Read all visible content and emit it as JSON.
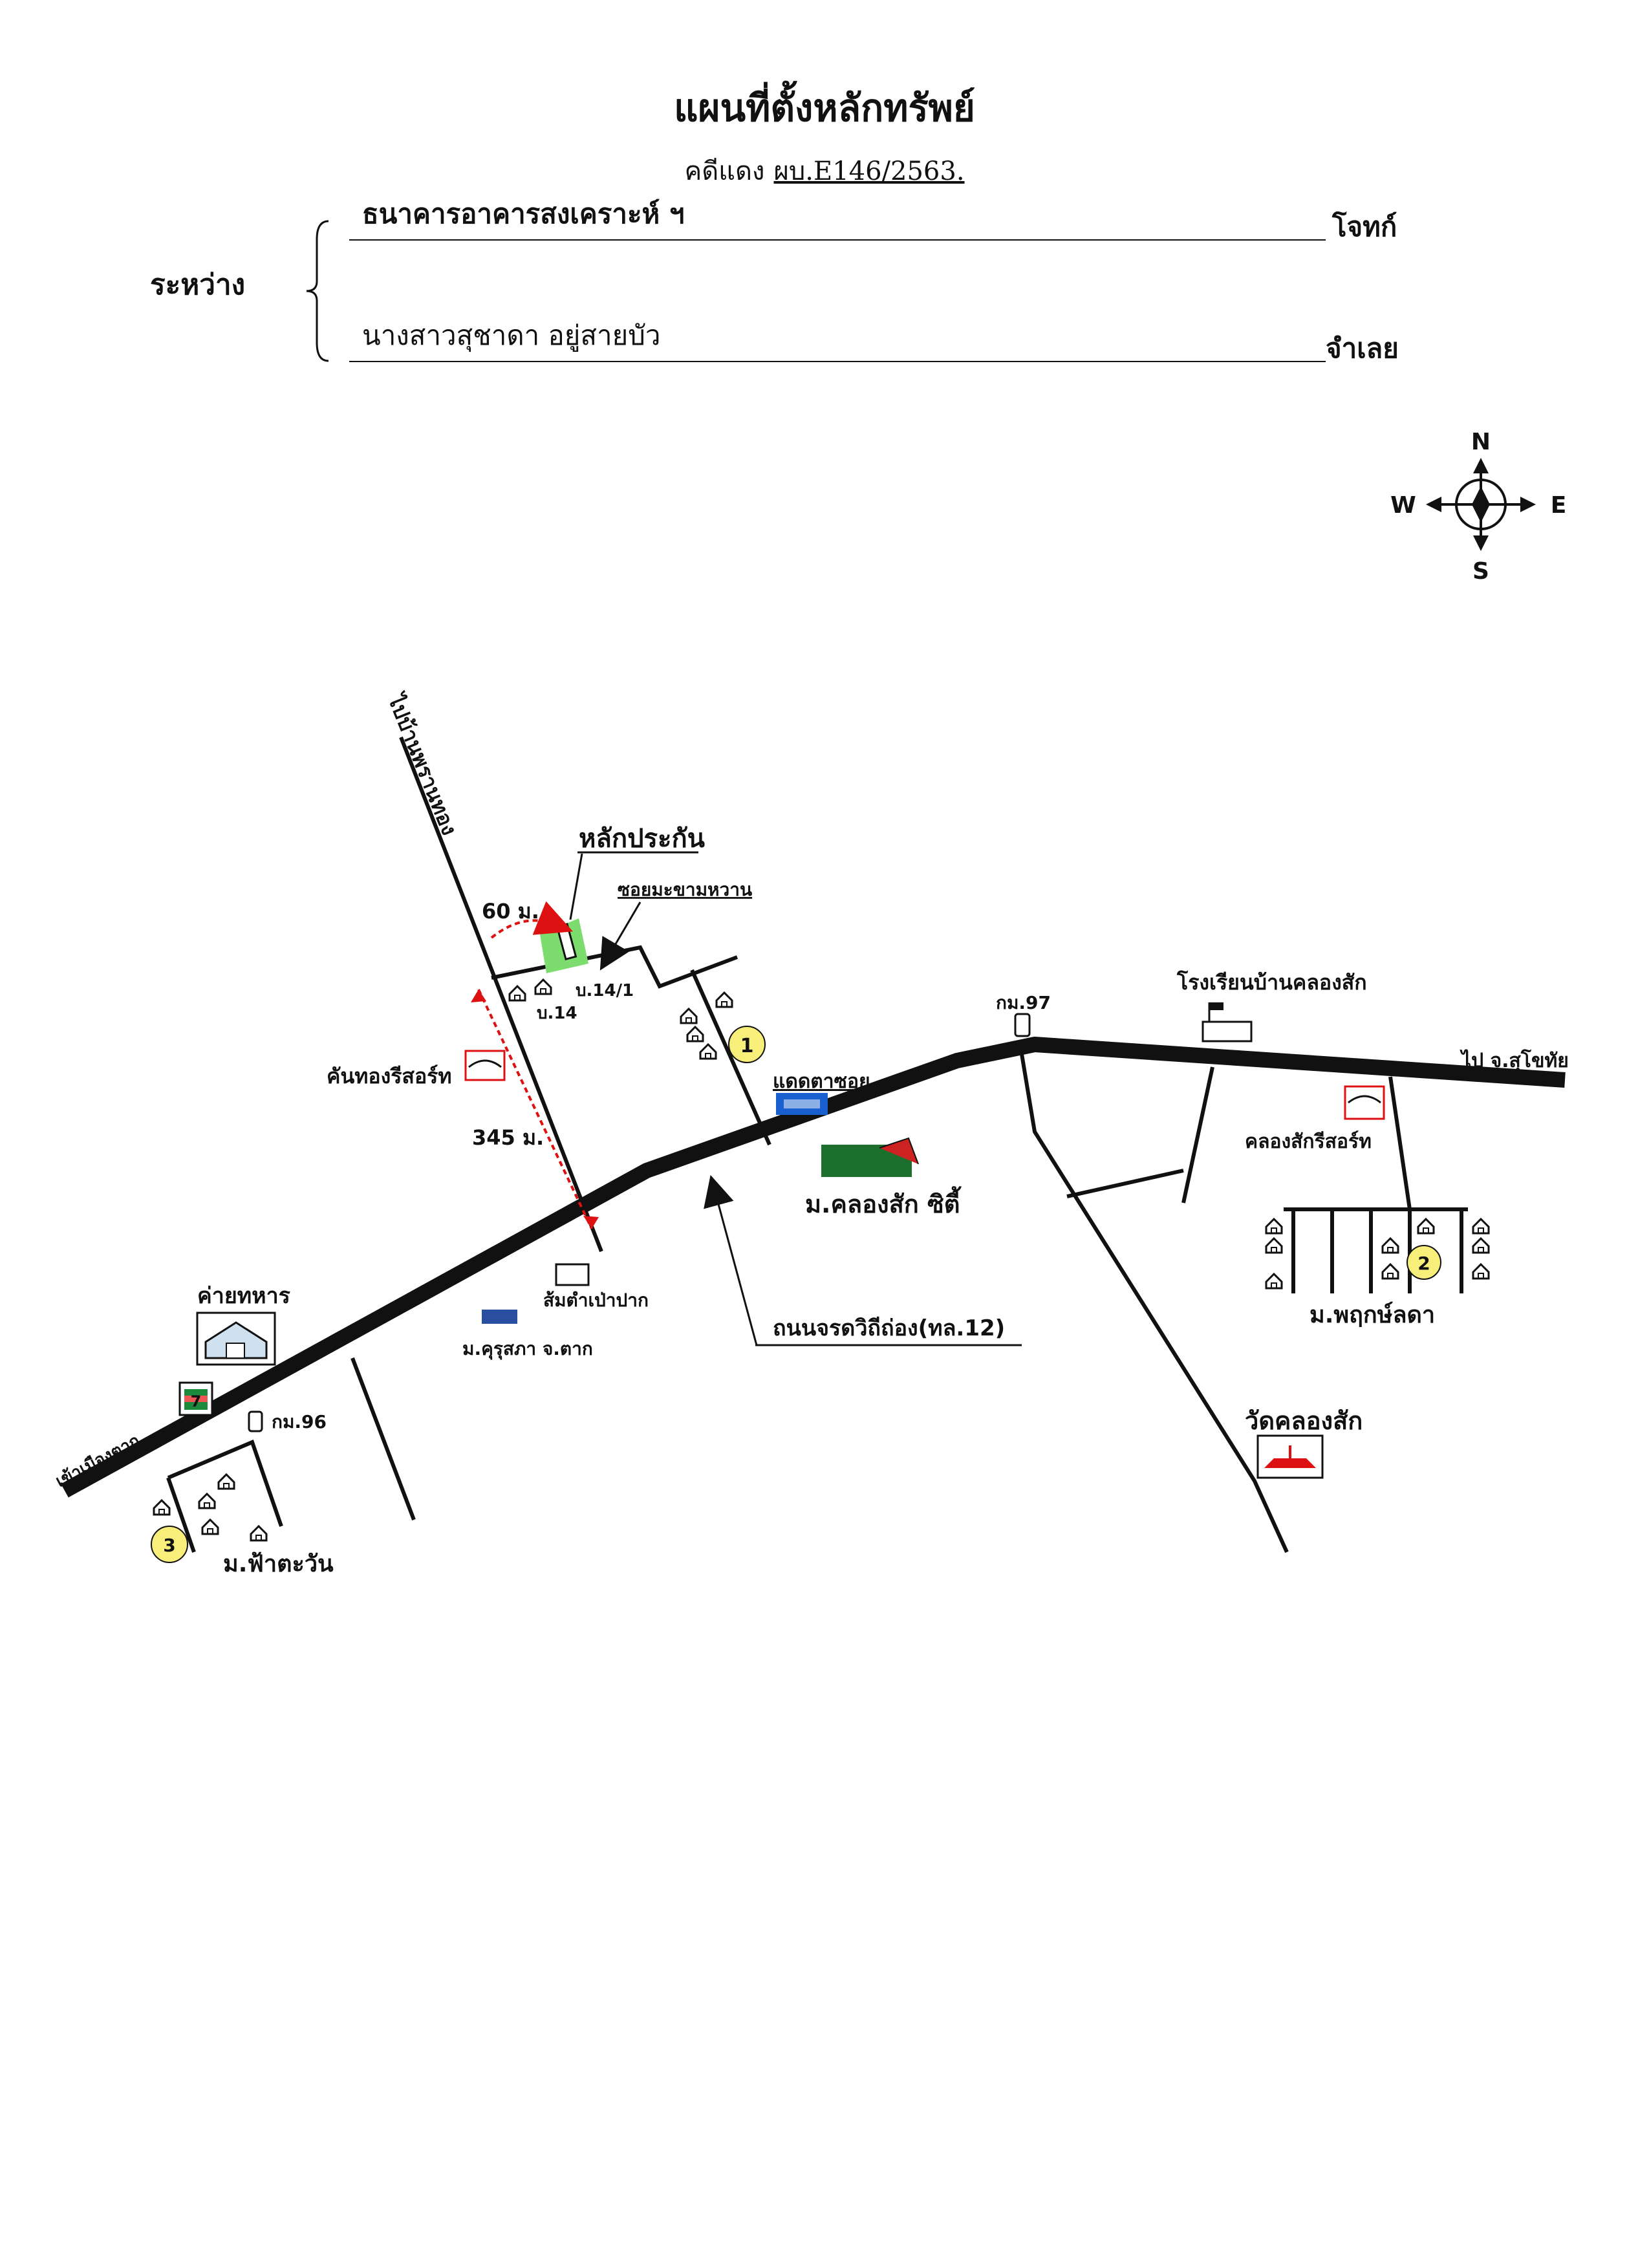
{
  "document": {
    "title": "แผนที่ตั้งหลักทรัพย์",
    "case_label": "คดีแดง",
    "case_number": "ผบ.E146/2563.",
    "between_label": "ระหว่าง",
    "plaintiff_name": "ธนาคารอาคารสงเคราะห์ ฯ",
    "plaintiff_role": "โจทก์",
    "defendant_name": "นางสาวสุชาดา   อยู่สายบัว",
    "defendant_role": "จำเลย"
  },
  "compass": {
    "n": "N",
    "e": "E",
    "s": "S",
    "w": "W"
  },
  "map": {
    "collateral": "หลักประกัน",
    "soi_name": "ซอยมะขามหวาน",
    "distance_60": "60 ม.",
    "distance_345": "345 ม.",
    "road_to_ban_phrao": "ไปบ้านพรานทอง",
    "house_14": "บ.14",
    "house_14_1": "บ.14/1",
    "kanthong_resort": "คันทองรีสอร์ท",
    "police_box": "แดดตาซอย",
    "village_khlong_sak_city": "ม.คลองสัก ซิตี้",
    "highway": "ถนนจรดวิถีถ่อง(ทล.12)",
    "km97": "กม.97",
    "school": "โรงเรียนบ้านคลองสัก",
    "to_sukhothai": "ไป จ.สุโขทัย",
    "khlongsak_resort": "คลองสักรีสอร์ท",
    "village_pruksa": "ม.พฤกษ์ลดา",
    "temple": "วัดคลองสัก",
    "military_camp": "ค่ายทหาร",
    "som_tam_shop": "ส้มตำเป่าปาก",
    "village_khurusapha": "ม.คุรุสภา จ.ตาก",
    "km96": "กม.96",
    "to_tak": "เข้าเมืองตาก",
    "village_fa_tawan": "ม.ฟ้าตะวัน",
    "marker_1": "1",
    "marker_2": "2",
    "marker_3": "3",
    "seven_eleven": "7"
  }
}
